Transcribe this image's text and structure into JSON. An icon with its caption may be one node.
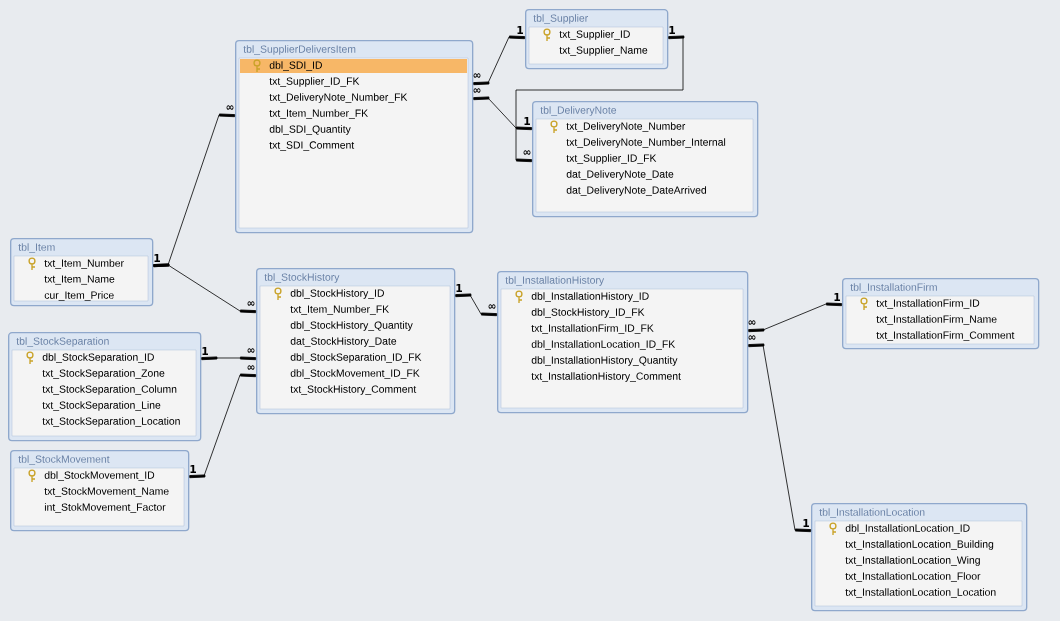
{
  "diagram": {
    "nodes": [
      {
        "text": [
          "tbl_Supplier",
          "txt_Supplier_ID",
          "txt_Supplier_Name"
        ]
      },
      {
        "text": [
          "tbl_SupplierDeliversItem",
          "dbl_SDI_ID",
          "txt_Supplier_ID_FK",
          "txt_DeliveryNote_Number_FK",
          "txt_Item_Number_FK",
          "dbl_SDI_Quantity",
          "txt_SDI_Comment"
        ]
      },
      {
        "text": [
          "tbl_DeliveryNote",
          "txt_DeliveryNote_Number",
          "txt_DeliveryNote_Number_Internal",
          "txt_Supplier_ID_FK",
          "dat_DeliveryNote_Date",
          "dat_DeliveryNote_DateArrived"
        ]
      },
      {
        "text": [
          "tbl_Item",
          "txt_Item_Number",
          "txt_Item_Name",
          "cur_Item_Price"
        ]
      },
      {
        "text": [
          "tbl_StockHistory",
          "dbl_StockHistory_ID",
          "txt_Item_Number_FK",
          "dbl_StockHistory_Quantity",
          "dat_StockHistory_Date",
          "dbl_StockSeparation_ID_FK",
          "dbl_StockMovement_ID_FK",
          "txt_StockHistory_Comment"
        ]
      },
      {
        "text": [
          "tbl_InstallationHistory",
          "dbl_InstallationHistory_ID",
          "dbl_StockHistory_ID_FK",
          "txt_InstallationFirm_ID_FK",
          "dbl_InstallationLocation_ID_FK",
          "dbl_InstallationHistory_Quantity",
          "txt_InstallationHistory_Comment"
        ]
      },
      {
        "text": [
          "tbl_InstallationFirm",
          "txt_InstallationFirm_ID",
          "txt_InstallationFirm_Name",
          "txt_InstallationFirm_Comment"
        ]
      },
      {
        "text": [
          "tbl_StockSeparation",
          "dbl_StockSeparation_ID",
          "txt_StockSeparation_Zone",
          "txt_StockSeparation_Column",
          "txt_StockSeparation_Line",
          "txt_StockSeparation_Location"
        ]
      },
      {
        "text": [
          "tbl_StockMovement",
          "dbl_StockMovement_ID",
          "txt_StockMovement_Name",
          "int_StokMovement_Factor"
        ]
      },
      {
        "text": [
          "tbl_InstallationLocation",
          "dbl_InstallationLocation_ID",
          "txt_InstallationLocation_Building",
          "txt_InstallationLocation_Wing",
          "txt_InstallationLocation_Floor",
          "txt_InstallationLocation_Location"
        ]
      }
    ],
    "edges": [
      {
        "from": 3,
        "to": 1,
        "arrow": "other"
      },
      {
        "from": 3,
        "to": 4,
        "arrow": "other"
      },
      {
        "from": 1,
        "to": 0,
        "arrow": "other"
      },
      {
        "from": 1,
        "to": 2,
        "arrow": "other"
      },
      {
        "from": 0,
        "to": 2,
        "arrow": "other"
      },
      {
        "from": 7,
        "to": 4,
        "arrow": "other"
      },
      {
        "from": 8,
        "to": 4,
        "arrow": "other"
      },
      {
        "from": 4,
        "to": 5,
        "arrow": "other"
      },
      {
        "from": 5,
        "to": 6,
        "arrow": "other"
      },
      {
        "from": 5,
        "to": 9,
        "arrow": "other"
      }
    ],
    "labels": [
      "1",
      "∞",
      "∞",
      "∞",
      "1",
      "∞",
      "1",
      "1",
      "∞",
      "1",
      "∞",
      "1",
      "∞",
      "1",
      "∞",
      "∞",
      "1",
      "∞",
      "1"
    ]
  }
}
